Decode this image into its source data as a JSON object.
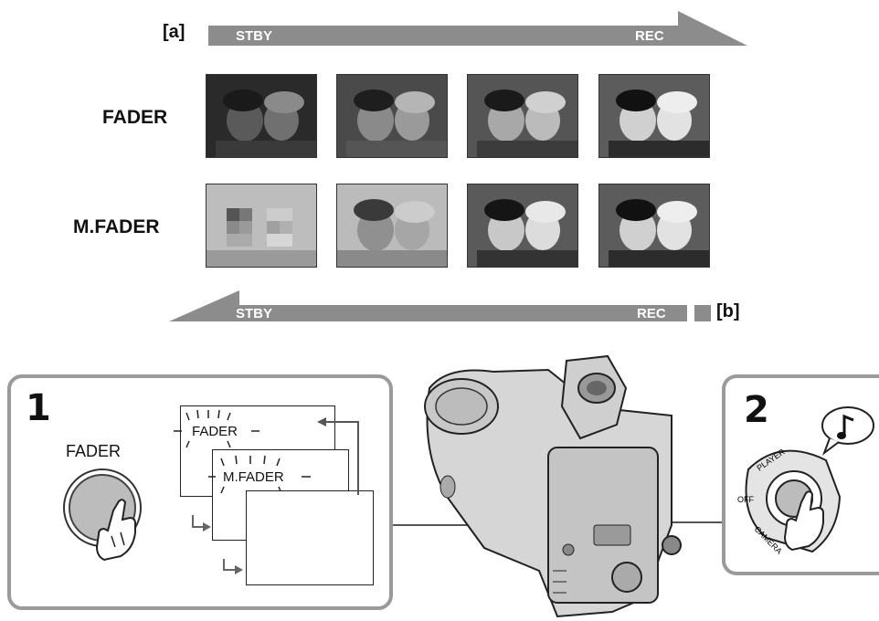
{
  "top_arrow": {
    "bracket": "[a]",
    "start": "STBY",
    "end": "REC"
  },
  "bottom_arrow": {
    "bracket": "[b]",
    "start": "STBY",
    "end": "REC"
  },
  "rows": [
    {
      "label": "FADER"
    },
    {
      "label": "M.FADER"
    }
  ],
  "panel_1": {
    "step": "1",
    "button_label": "FADER",
    "screen_1": "FADER",
    "screen_2": "M.FADER"
  },
  "panel_2": {
    "step": "2",
    "dial_player": "PLAYER",
    "dial_off": "OFF",
    "dial_camera": "CAMERA"
  },
  "colors": {
    "arrow": "#8c8c8c",
    "panel_border": "#9a9a9a"
  }
}
